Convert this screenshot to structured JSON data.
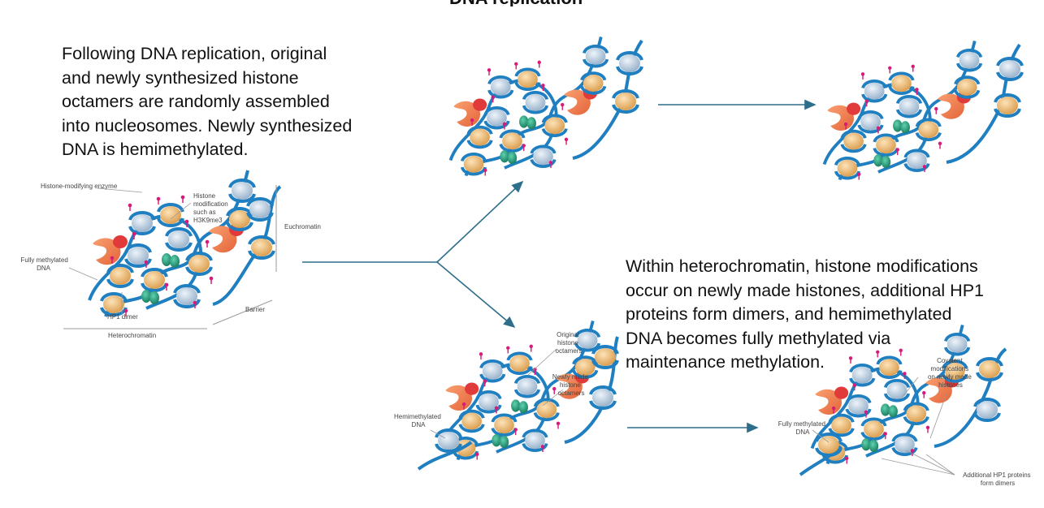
{
  "title": "DNA replication",
  "paragraph_top": [
    "Following DNA replication, original",
    "and newly synthesized histone",
    "octamers are randomly assembled",
    "into nucleosomes. Newly synthesized",
    "DNA is hemimethylated."
  ],
  "paragraph_right": [
    "Within heterochromatin, histone modifications",
    "occur on newly made histones, additional HP1",
    "proteins form dimers, and hemimethylated",
    "DNA becomes fully methylated via",
    "maintenance methylation."
  ],
  "labels": {
    "histone_modifying_enzyme": "Histone-modifying enzyme",
    "histone_modification": [
      "Histone",
      "modification",
      "such as",
      "H3K9me3"
    ],
    "euchromatin": "Euchromatin",
    "fully_methylated_dna": [
      "Fully methylated",
      "DNA"
    ],
    "hp1_dimer": "HP1 dimer",
    "barrier": "Barrier",
    "heterochromatin": "Heterochromatin",
    "original_histone_octamers": [
      "Original",
      "histone",
      "octamers"
    ],
    "newly_made_histone_octamers": [
      "Newly made",
      "histone",
      "octamers"
    ],
    "hemimethylated_dna": [
      "Hemimethylated",
      "DNA"
    ],
    "covalent_modifications": [
      "Covalent",
      "modifications",
      "on newly made",
      "histones"
    ],
    "fully_methylated_dna_2": [
      "Fully methylated",
      "DNA"
    ],
    "additional_hp1": [
      "Additional HP1 proteins",
      "form dimers"
    ]
  },
  "colors": {
    "dna": "#1f7fc0",
    "histone_original": "#e8b06a",
    "histone_new": "#b9cde0",
    "hp1": "#1f9a78",
    "enzyme": "#f07a4a",
    "enzyme_tip": "#e03a3a",
    "mark": "#d81b7a",
    "arrow": "#2d6e8a"
  }
}
